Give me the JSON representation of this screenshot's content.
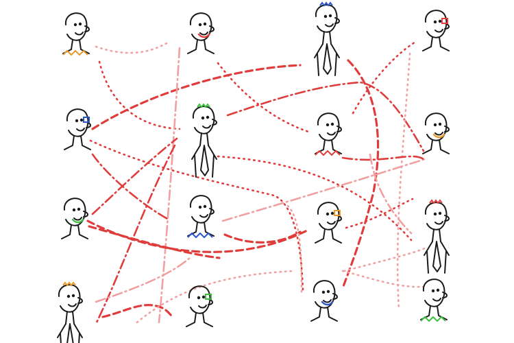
{
  "colors": {
    "ink": "#1a1a1a",
    "link_strong": "#e03c3c",
    "link_light": "#f0a0a0",
    "accent_orange": "#e89a2c",
    "accent_blue": "#2a55c8",
    "accent_green": "#3cc040",
    "accent_red": "#e03c3c"
  },
  "people": [
    {
      "name": "person-1",
      "type": "face",
      "accent": "accent_orange",
      "feature": "zigzag-collar"
    },
    {
      "name": "person-2",
      "type": "face",
      "accent": "accent_red",
      "feature": "smile"
    },
    {
      "name": "person-3",
      "type": "body",
      "accent": "accent_blue",
      "feature": "hair"
    },
    {
      "name": "person-4",
      "type": "face",
      "accent": "accent_red",
      "feature": "glasses"
    },
    {
      "name": "person-5",
      "type": "face",
      "accent": "accent_blue",
      "feature": "glasses"
    },
    {
      "name": "person-6",
      "type": "body",
      "accent": "accent_green",
      "feature": "hair"
    },
    {
      "name": "person-7",
      "type": "face",
      "accent": "accent_red",
      "feature": "zigzag-collar"
    },
    {
      "name": "person-8",
      "type": "face",
      "accent": "accent_orange",
      "feature": "smile"
    },
    {
      "name": "person-9",
      "type": "face",
      "accent": "accent_green",
      "feature": "smile"
    },
    {
      "name": "person-10",
      "type": "face",
      "accent": "accent_blue",
      "feature": "zigzag-collar"
    },
    {
      "name": "person-11",
      "type": "face",
      "accent": "accent_orange",
      "feature": "glasses"
    },
    {
      "name": "person-12",
      "type": "body",
      "accent": "accent_red",
      "feature": "hair"
    },
    {
      "name": "person-13",
      "type": "body",
      "accent": "accent_orange",
      "feature": "hair"
    },
    {
      "name": "person-14",
      "type": "face",
      "accent": "accent_green",
      "feature": "glasses"
    },
    {
      "name": "person-15",
      "type": "face",
      "accent": "accent_blue",
      "feature": "smile"
    },
    {
      "name": "person-16",
      "type": "face",
      "accent": "accent_green",
      "feature": "zigzag-collar"
    }
  ],
  "connections": [
    {
      "style": "dotted",
      "tone": "light"
    },
    {
      "style": "dotted",
      "tone": "strong"
    },
    {
      "style": "dotted",
      "tone": "strong"
    },
    {
      "style": "dashed",
      "tone": "strong"
    },
    {
      "style": "dotted",
      "tone": "strong"
    },
    {
      "style": "dashdot",
      "tone": "light"
    },
    {
      "style": "dashdot",
      "tone": "strong"
    },
    {
      "style": "dashed",
      "tone": "strong"
    },
    {
      "style": "dotted",
      "tone": "strong"
    },
    {
      "style": "dashdot",
      "tone": "strong"
    },
    {
      "style": "dashdot",
      "tone": "strong"
    },
    {
      "style": "dotted",
      "tone": "light"
    },
    {
      "style": "dashdot",
      "tone": "light"
    },
    {
      "style": "dotted",
      "tone": "strong"
    },
    {
      "style": "dashed",
      "tone": "strong"
    },
    {
      "style": "dashed",
      "tone": "strong"
    },
    {
      "style": "dashdot",
      "tone": "strong"
    },
    {
      "style": "dashdot",
      "tone": "light"
    },
    {
      "style": "dotted",
      "tone": "strong"
    },
    {
      "style": "dashed",
      "tone": "strong"
    },
    {
      "style": "dotted",
      "tone": "light"
    },
    {
      "style": "dotted",
      "tone": "light"
    },
    {
      "style": "dashdot",
      "tone": "strong"
    },
    {
      "style": "dotted",
      "tone": "light"
    },
    {
      "style": "dashed",
      "tone": "strong"
    },
    {
      "style": "dashdot",
      "tone": "light"
    },
    {
      "style": "dotted",
      "tone": "light"
    }
  ]
}
